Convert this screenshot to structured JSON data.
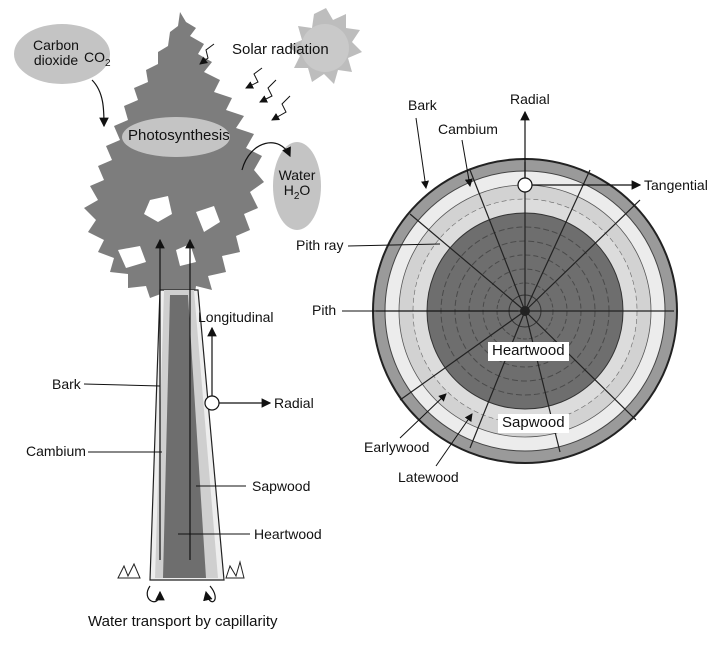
{
  "tree": {
    "carbon_dioxide_line1": "Carbon",
    "carbon_dioxide_line2": "dioxide",
    "co2_main": "CO",
    "co2_sub": "2",
    "solar_radiation": "Solar radiation",
    "photosynthesis": "Photosynthesis",
    "water_word": "Water",
    "water_h": "H",
    "water_sub": "2",
    "water_o": "O",
    "longitudinal": "Longitudinal",
    "radial": "Radial",
    "bark": "Bark",
    "cambium": "Cambium",
    "sapwood": "Sapwood",
    "heartwood": "Heartwood",
    "water_transport": "Water transport by capillarity"
  },
  "cross_section": {
    "bark": "Bark",
    "cambium": "Cambium",
    "radial": "Radial",
    "tangential": "Tangential",
    "pith_ray": "Pith ray",
    "pith": "Pith",
    "heartwood": "Heartwood",
    "sapwood": "Sapwood",
    "earlywood": "Earlywood",
    "latewood": "Latewood"
  },
  "colors": {
    "foliage": "#7d7d7d",
    "bubble": "#c4c4c4",
    "heartwood": "#6e6e6e",
    "sapwood": "#d2d2d2",
    "bark": "#9a9a9a",
    "sun": "#bdbdbd",
    "ink": "#111111"
  }
}
